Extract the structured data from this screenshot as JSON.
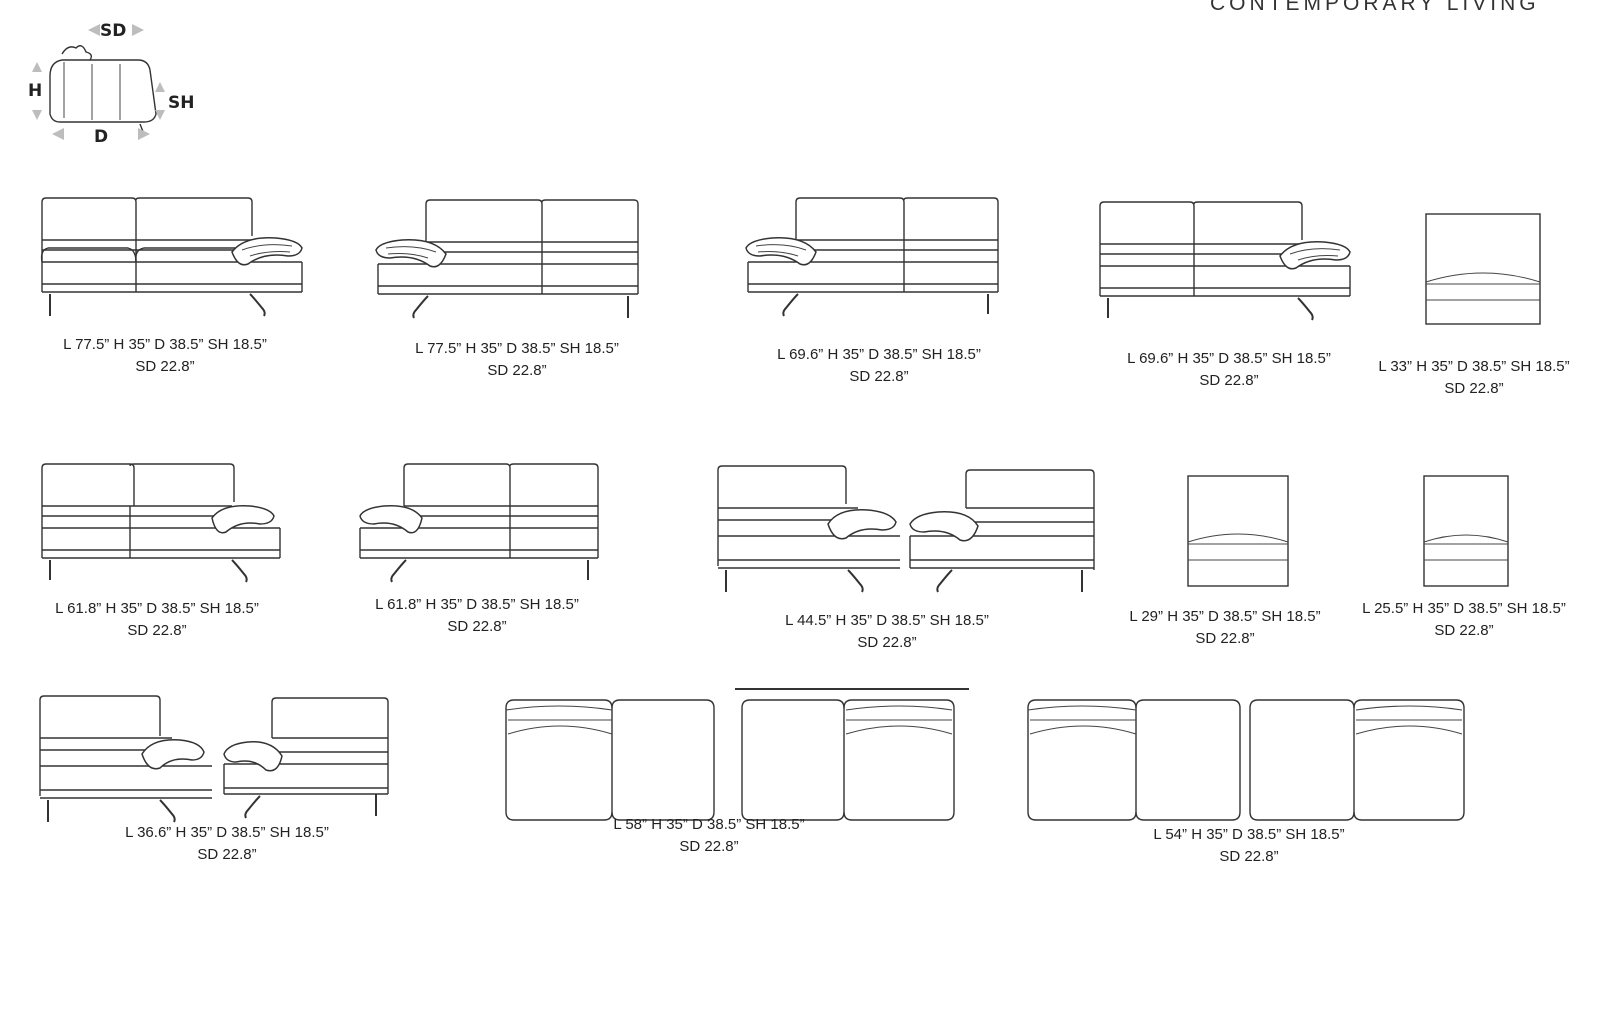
{
  "brand": {
    "text": "CONTEMPORARY LIVING"
  },
  "legend": {
    "sd": "SD",
    "h": "H",
    "sh": "SH",
    "d": "D"
  },
  "pieces": [
    {
      "id": "r1a",
      "dims": "L 77.5” H 35” D 38.5” SH 18.5”",
      "sd": "SD 22.8”"
    },
    {
      "id": "r1b",
      "dims": "L 77.5” H 35” D 38.5” SH 18.5”",
      "sd": "SD 22.8”"
    },
    {
      "id": "r1c",
      "dims": "L 69.6” H 35” D 38.5” SH 18.5”",
      "sd": "SD 22.8”"
    },
    {
      "id": "r1d",
      "dims": "L 69.6” H 35” D 38.5” SH 18.5”",
      "sd": "SD 22.8”"
    },
    {
      "id": "r1e",
      "dims": "L 33” H 35” D 38.5” SH 18.5”",
      "sd": "SD 22.8”"
    },
    {
      "id": "r2a",
      "dims": "L 61.8” H 35” D 38.5” SH 18.5”",
      "sd": "SD 22.8”"
    },
    {
      "id": "r2b",
      "dims": "L 61.8” H 35” D 38.5” SH 18.5”",
      "sd": "SD 22.8”"
    },
    {
      "id": "r2c",
      "dims": "L 44.5” H 35” D 38.5” SH 18.5”",
      "sd": "SD 22.8”"
    },
    {
      "id": "r2d",
      "dims": "L 29” H 35” D 38.5” SH 18.5”",
      "sd": "SD 22.8”"
    },
    {
      "id": "r2e",
      "dims": "L 25.5” H 35” D 38.5” SH 18.5”",
      "sd": "SD 22.8”"
    },
    {
      "id": "r3a",
      "dims": "L 36.6” H 35” D 38.5” SH 18.5”",
      "sd": "SD 22.8”"
    },
    {
      "id": "r3b",
      "dims": "L 58” H 35” D 38.5” SH 18.5”",
      "sd": "SD 22.8”"
    },
    {
      "id": "r3c",
      "dims": "L 54” H 35” D 38.5” SH 18.5”",
      "sd": "SD 22.8”"
    }
  ]
}
